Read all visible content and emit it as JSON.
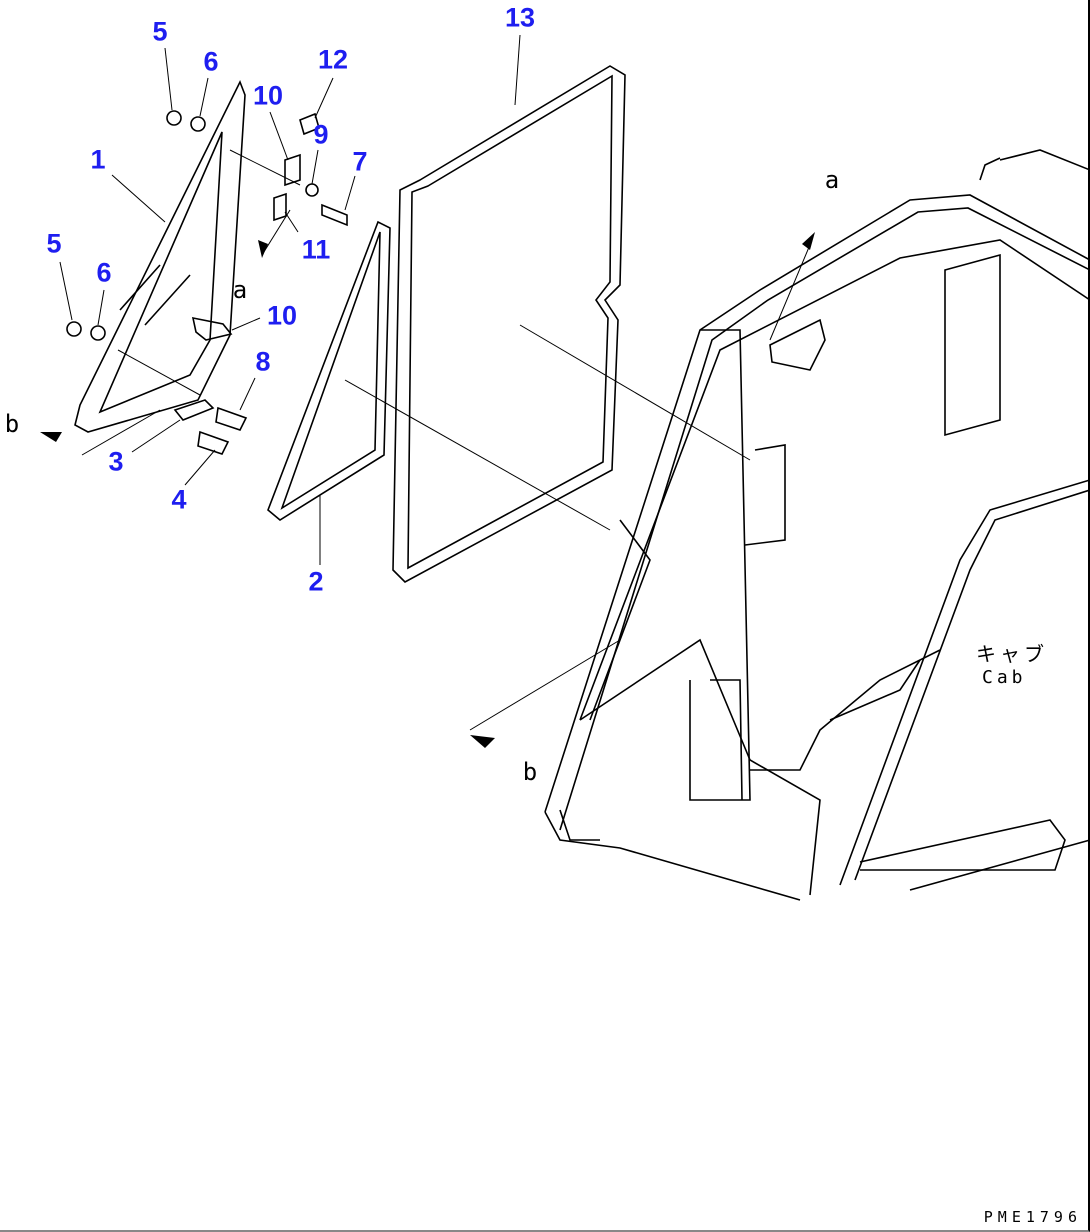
{
  "callouts": [
    {
      "id": "13",
      "label": "13"
    },
    {
      "id": "12",
      "label": "12"
    },
    {
      "id": "5a",
      "label": "5"
    },
    {
      "id": "6a",
      "label": "6"
    },
    {
      "id": "10a",
      "label": "10"
    },
    {
      "id": "9",
      "label": "9"
    },
    {
      "id": "7",
      "label": "7"
    },
    {
      "id": "1",
      "label": "1"
    },
    {
      "id": "11",
      "label": "11"
    },
    {
      "id": "5b",
      "label": "5"
    },
    {
      "id": "6b",
      "label": "6"
    },
    {
      "id": "10b",
      "label": "10"
    },
    {
      "id": "8",
      "label": "8"
    },
    {
      "id": "3",
      "label": "3"
    },
    {
      "id": "4",
      "label": "4"
    },
    {
      "id": "2",
      "label": "2"
    }
  ],
  "view_markers": {
    "a1": "a",
    "a2": "a",
    "b1": "b",
    "b2": "b"
  },
  "cab_label": {
    "japanese": "キャブ",
    "english": "Cab"
  },
  "drawing_code": "PME1796",
  "colors": {
    "callout": "#1e1ef0",
    "line": "#000000"
  }
}
